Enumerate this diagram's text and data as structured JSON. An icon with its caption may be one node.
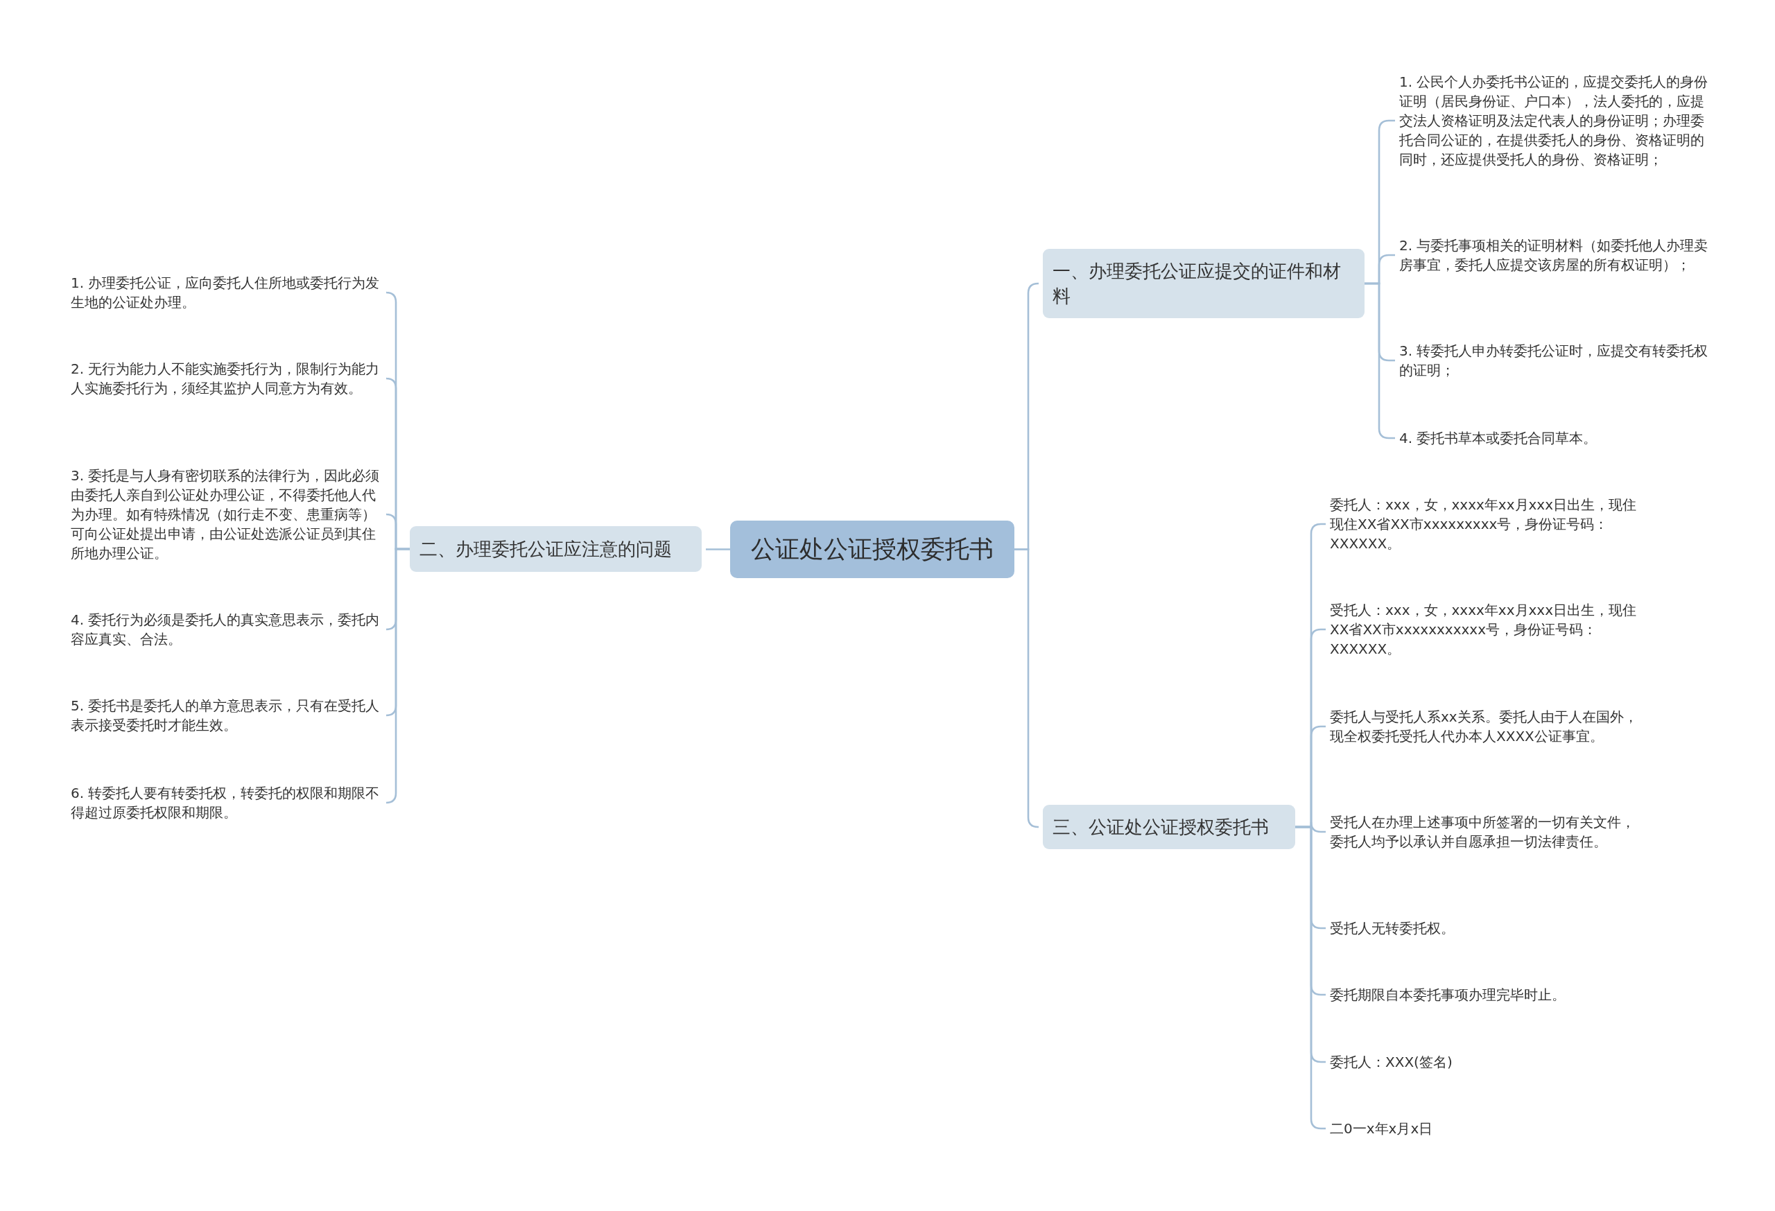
{
  "diagram": {
    "nodes": [
      {
        "text": [
          "公证处公证授权委托书"
        ]
      },
      {
        "text": [
          "一、办理委托公证应提交的证件和材料"
        ]
      },
      {
        "text": [
          "二、办理委托公证应注意的问题"
        ]
      },
      {
        "text": [
          "三、公证处公证授权委托书"
        ]
      },
      {
        "text": [
          "1. 公民个人办委托书公证的，应提交委托人的身份证明（居民身份证、户口本），法人委托的，应提交法人资格证明及法定代表人的身份证明；办理委托合同公证的，在提供委托人的身份、资格证明的同时，还应提供受托人的身份、资格证明；"
        ]
      },
      {
        "text": [
          "2. 与委托事项相关的证明材料（如委托他人办理卖房事宜，委托人应提交该房屋的所有权证明）；"
        ]
      },
      {
        "text": [
          "3. 转委托人申办转委托公证时，应提交有转委托权的证明；"
        ]
      },
      {
        "text": [
          "4. 委托书草本或委托合同草本。"
        ]
      },
      {
        "text": [
          "1. 办理委托公证，应向委托人住所地或委托行为发生地的公证处办理。"
        ]
      },
      {
        "text": [
          "2. 无行为能力人不能实施委托行为，限制行为能力人实施委托行为，须经其监护人同意方为有效。"
        ]
      },
      {
        "text": [
          "3. 委托是与人身有密切联系的法律行为，因此必须由委托人亲自到公证处办理公证，不得委托他人代为办理。如有特殊情况（如行走不变、患重病等）可向公证处提出申请，由公证处选派公证员到其住所地办理公证。"
        ]
      },
      {
        "text": [
          "4. 委托行为必须是委托人的真实意思表示，委托内容应真实、合法。"
        ]
      },
      {
        "text": [
          "5. 委托书是委托人的单方意思表示，只有在受托人表示接受委托时才能生效。"
        ]
      },
      {
        "text": [
          "6. 转委托人要有转委托权，转委托的权限和期限不得超过原委托权限和期限。"
        ]
      },
      {
        "text": [
          "委托人：xxx，女，xxxx年xx月xxx日出生，现住现住XX省XX市xxxxxxxxx号，身份证号码：XXXXXX。"
        ]
      },
      {
        "text": [
          "受托人：xxx，女，xxxx年xx月xxx日出生，现住XX省XX市xxxxxxxxxxx号，身份证号码：XXXXXX。"
        ]
      },
      {
        "text": [
          "委托人与受托人系xx关系。委托人由于人在国外，现全权委托受托人代办本人XXXX公证事宜。"
        ]
      },
      {
        "text": [
          "受托人在办理上述事项中所签署的一切有关文件，委托人均予以承认并自愿承担一切法律责任。"
        ]
      },
      {
        "text": [
          "受托人无转委托权。"
        ]
      },
      {
        "text": [
          "委托期限自本委托事项办理完毕时止。"
        ]
      },
      {
        "text": [
          "委托人：XXX(签名)"
        ]
      },
      {
        "text": [
          "二0一x年x月x日"
        ]
      }
    ],
    "edges": [
      {
        "from": 0,
        "to": 1,
        "arrow": "none"
      },
      {
        "from": 0,
        "to": 2,
        "arrow": "none"
      },
      {
        "from": 0,
        "to": 3,
        "arrow": "none"
      },
      {
        "from": 1,
        "to": 4,
        "arrow": "none"
      },
      {
        "from": 1,
        "to": 5,
        "arrow": "none"
      },
      {
        "from": 1,
        "to": 6,
        "arrow": "none"
      },
      {
        "from": 1,
        "to": 7,
        "arrow": "none"
      },
      {
        "from": 2,
        "to": 8,
        "arrow": "none"
      },
      {
        "from": 2,
        "to": 9,
        "arrow": "none"
      },
      {
        "from": 2,
        "to": 10,
        "arrow": "none"
      },
      {
        "from": 2,
        "to": 11,
        "arrow": "none"
      },
      {
        "from": 2,
        "to": 12,
        "arrow": "none"
      },
      {
        "from": 2,
        "to": 13,
        "arrow": "none"
      },
      {
        "from": 3,
        "to": 14,
        "arrow": "none"
      },
      {
        "from": 3,
        "to": 15,
        "arrow": "none"
      },
      {
        "from": 3,
        "to": 16,
        "arrow": "none"
      },
      {
        "from": 3,
        "to": 17,
        "arrow": "none"
      },
      {
        "from": 3,
        "to": 18,
        "arrow": "none"
      },
      {
        "from": 3,
        "to": 19,
        "arrow": "none"
      },
      {
        "from": 3,
        "to": 20,
        "arrow": "none"
      },
      {
        "from": 3,
        "to": 21,
        "arrow": "none"
      }
    ]
  }
}
